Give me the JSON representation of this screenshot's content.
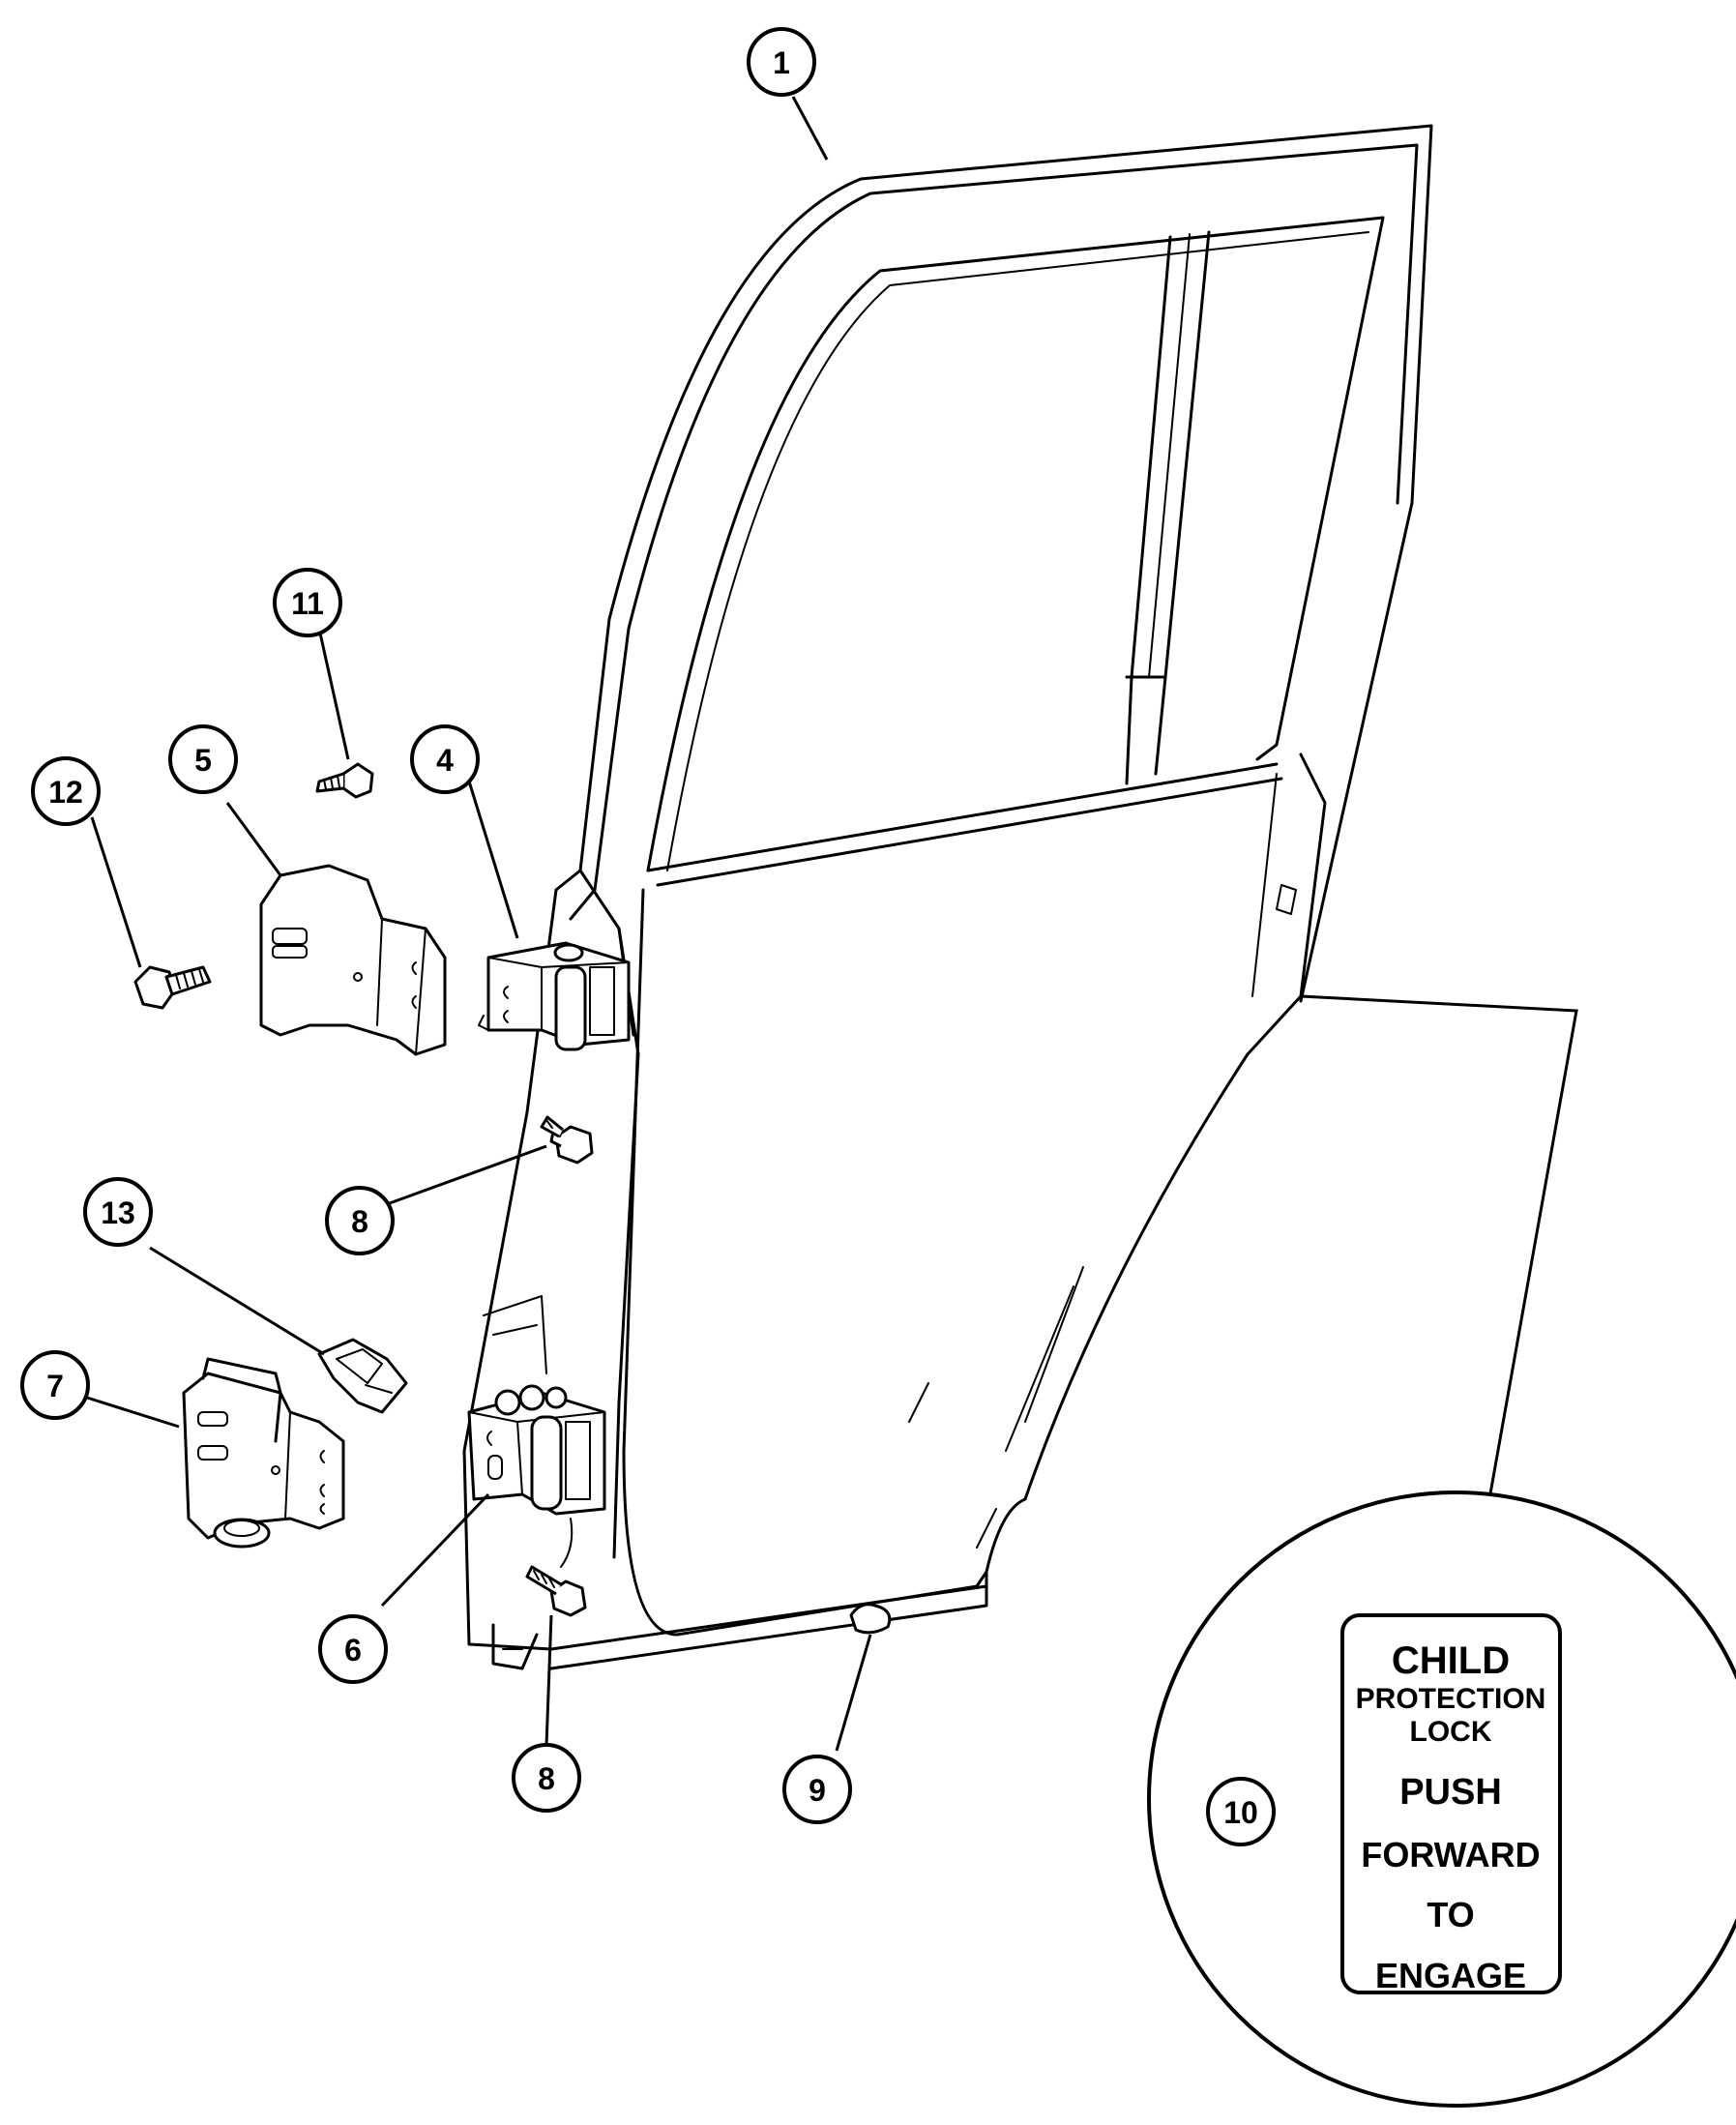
{
  "callouts": [
    {
      "id": "c1",
      "label": "1"
    },
    {
      "id": "c4",
      "label": "4"
    },
    {
      "id": "c5",
      "label": "5"
    },
    {
      "id": "c6",
      "label": "6"
    },
    {
      "id": "c7",
      "label": "7"
    },
    {
      "id": "c8a",
      "label": "8"
    },
    {
      "id": "c8b",
      "label": "8"
    },
    {
      "id": "c9",
      "label": "9"
    },
    {
      "id": "c10",
      "label": "10"
    },
    {
      "id": "c11",
      "label": "11"
    },
    {
      "id": "c12",
      "label": "12"
    },
    {
      "id": "c13",
      "label": "13"
    }
  ],
  "child_lock_label": {
    "line1": "CHILD",
    "line2": "PROTECTION",
    "line3": "LOCK",
    "line4": "PUSH",
    "line5": "FORWARD",
    "line6": "TO",
    "line7": "ENGAGE"
  }
}
